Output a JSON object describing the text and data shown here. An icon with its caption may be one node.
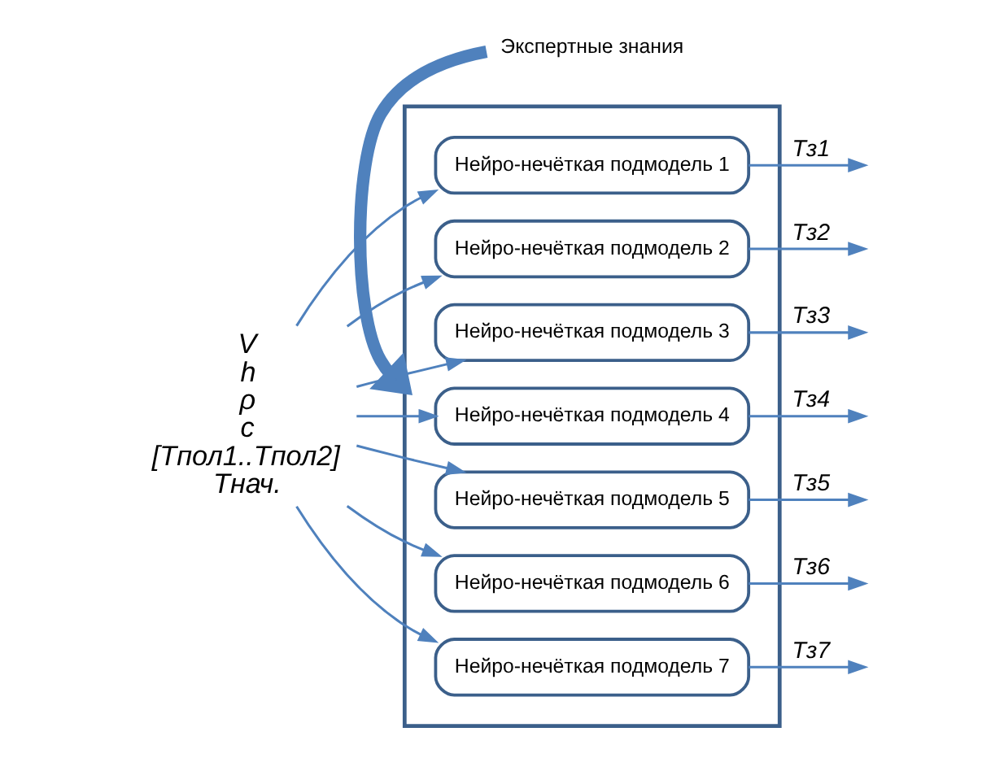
{
  "diagram": {
    "nodes": [
      {
        "text": [],
        "shape": "box"
      },
      {
        "text": [
          "Нейро-нечёткая подмодель 1"
        ],
        "in": 0
      },
      {
        "text": [
          "Нейро-нечёткая подмодель 2"
        ],
        "in": 0
      },
      {
        "text": [
          "Нейро-нечёткая подмодель 3"
        ],
        "in": 0
      },
      {
        "text": [
          "Нейро-нечёткая подмодель 4"
        ],
        "in": 0
      },
      {
        "text": [
          "Нейро-нечёткая подмодель 5"
        ],
        "in": 0
      },
      {
        "text": [
          "Нейро-нечёткая подмодель 6"
        ],
        "in": 0
      },
      {
        "text": [
          "Нейро-нечёткая подмодель 7"
        ],
        "in": 0
      },
      {
        "text": [
          "V",
          "h",
          "ρ",
          "c",
          "[Tпол1..Tпол2]",
          "Tнач."
        ]
      },
      {
        "text": [
          "Экспертные знания"
        ]
      }
    ],
    "edges": [
      {
        "from": 8,
        "to": 1,
        "arrow": "to"
      },
      {
        "from": 8,
        "to": 2,
        "arrow": "to"
      },
      {
        "from": 8,
        "to": 3,
        "arrow": "to"
      },
      {
        "from": 8,
        "to": 4,
        "arrow": "to"
      },
      {
        "from": 8,
        "to": 5,
        "arrow": "to"
      },
      {
        "from": 8,
        "to": 6,
        "arrow": "to"
      },
      {
        "from": 8,
        "to": 7,
        "arrow": "to"
      },
      {
        "from": 1,
        "to": null,
        "arrow": "to",
        "label": "Tз1"
      },
      {
        "from": 2,
        "to": null,
        "arrow": "to",
        "label": "Tз2"
      },
      {
        "from": 3,
        "to": null,
        "arrow": "to",
        "label": "Tз3"
      },
      {
        "from": 4,
        "to": null,
        "arrow": "to",
        "label": "Tз4"
      },
      {
        "from": 5,
        "to": null,
        "arrow": "to",
        "label": "Tз5"
      },
      {
        "from": 6,
        "to": null,
        "arrow": "to",
        "label": "Tз6"
      },
      {
        "from": 7,
        "to": null,
        "arrow": "to",
        "label": "Tз7"
      },
      {
        "from": 9,
        "to": 0,
        "arrow": "to",
        "style": "thick"
      }
    ]
  }
}
